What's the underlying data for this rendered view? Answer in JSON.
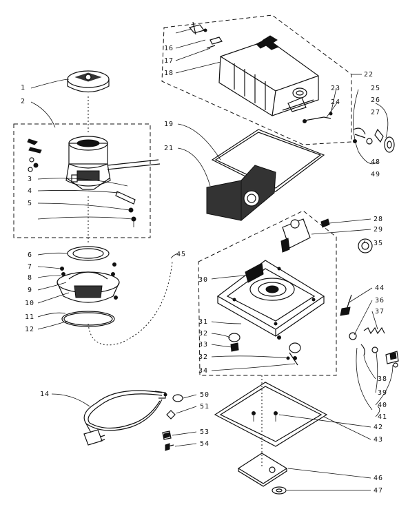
{
  "diagram": {
    "part_numbers": {
      "p1": "1",
      "p2": "2",
      "p3": "3",
      "p4": "4",
      "p5": "5",
      "p6": "6",
      "p7": "7",
      "p8": "8",
      "p9": "9",
      "p10": "10",
      "p11": "11",
      "p12": "12",
      "p14": "14",
      "p16": "16",
      "p17": "17",
      "p18": "18",
      "p19": "19",
      "p21": "21",
      "p22": "22",
      "p23": "23",
      "p24": "24",
      "p25": "25",
      "p26": "26",
      "p27": "27",
      "p28": "28",
      "p29": "29",
      "p30": "30",
      "p31": "31",
      "p32a": "32",
      "p32b": "32",
      "p33": "33",
      "p34": "34",
      "p35": "35",
      "p36": "36",
      "p37": "37",
      "p38": "38",
      "p39": "39",
      "p40": "40",
      "p41": "41",
      "p42": "42",
      "p43": "43",
      "p44": "44",
      "p45": "45",
      "p46": "46",
      "p47": "47",
      "p48": "48",
      "p49": "49",
      "p50": "50",
      "p51": "51",
      "p53": "53",
      "p54": "54"
    }
  }
}
